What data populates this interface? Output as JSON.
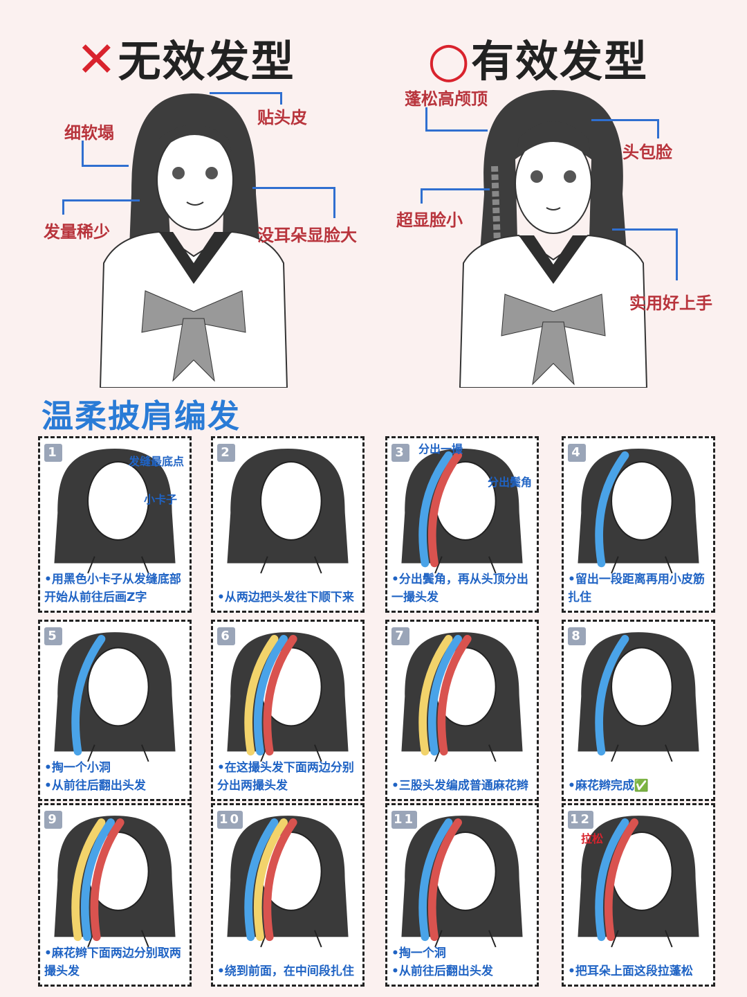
{
  "header": {
    "bad_title": "无效发型",
    "good_title": "有效发型",
    "bad_mark": "✕",
    "good_mark": "○"
  },
  "bad_labels": {
    "flat_scalp": "贴头皮",
    "limp": "细软塌",
    "thin_hair": "发量稀少",
    "no_ears": "没耳朵显脸大"
  },
  "good_labels": {
    "volume_crown": "蓬松高颅顶",
    "frame_face": "头包脸",
    "slim_face": "超显脸小",
    "easy": "实用好上手"
  },
  "section_title": "温柔披肩编发",
  "colors": {
    "accent_blue": "#2a7bd6",
    "red": "#d9232d",
    "hair": "#3a3a3a",
    "strand_blue": "#4aa3e8",
    "strand_yellow": "#f2d36b",
    "strand_red": "#d9534f"
  },
  "steps": [
    {
      "num": "1",
      "caption": "•用黑色小卡子从发缝底部开始从前往后画Z字",
      "annotations": [
        "发缝最底点",
        "小卡子"
      ]
    },
    {
      "num": "2",
      "caption": "•从两边把头发往下顺下来",
      "annotations": []
    },
    {
      "num": "3",
      "caption": "•分出鬓角，再从头顶分出一撮头发",
      "annotations": [
        "分出一撮",
        "分出鬓角"
      ]
    },
    {
      "num": "4",
      "caption": "•留出一段距离再用小皮筋扎住",
      "annotations": []
    },
    {
      "num": "5",
      "caption": "•掏一个小洞\n•从前往后翻出头发",
      "annotations": []
    },
    {
      "num": "6",
      "caption": "•在这撮头发下面两边分别分出两撮头发",
      "annotations": []
    },
    {
      "num": "7",
      "caption": "•三股头发编成普通麻花辫",
      "annotations": []
    },
    {
      "num": "8",
      "caption": "•麻花辫完成✅",
      "annotations": []
    },
    {
      "num": "9",
      "caption": "•麻花辫下面两边分别取两撮头发",
      "annotations": []
    },
    {
      "num": "10",
      "caption": "•绕到前面，在中间段扎住",
      "annotations": []
    },
    {
      "num": "11",
      "caption": "•掏一个洞\n•从前往后翻出头发",
      "annotations": []
    },
    {
      "num": "12",
      "caption": "•把耳朵上面这段拉蓬松",
      "annotations": [
        "拉松"
      ]
    }
  ]
}
